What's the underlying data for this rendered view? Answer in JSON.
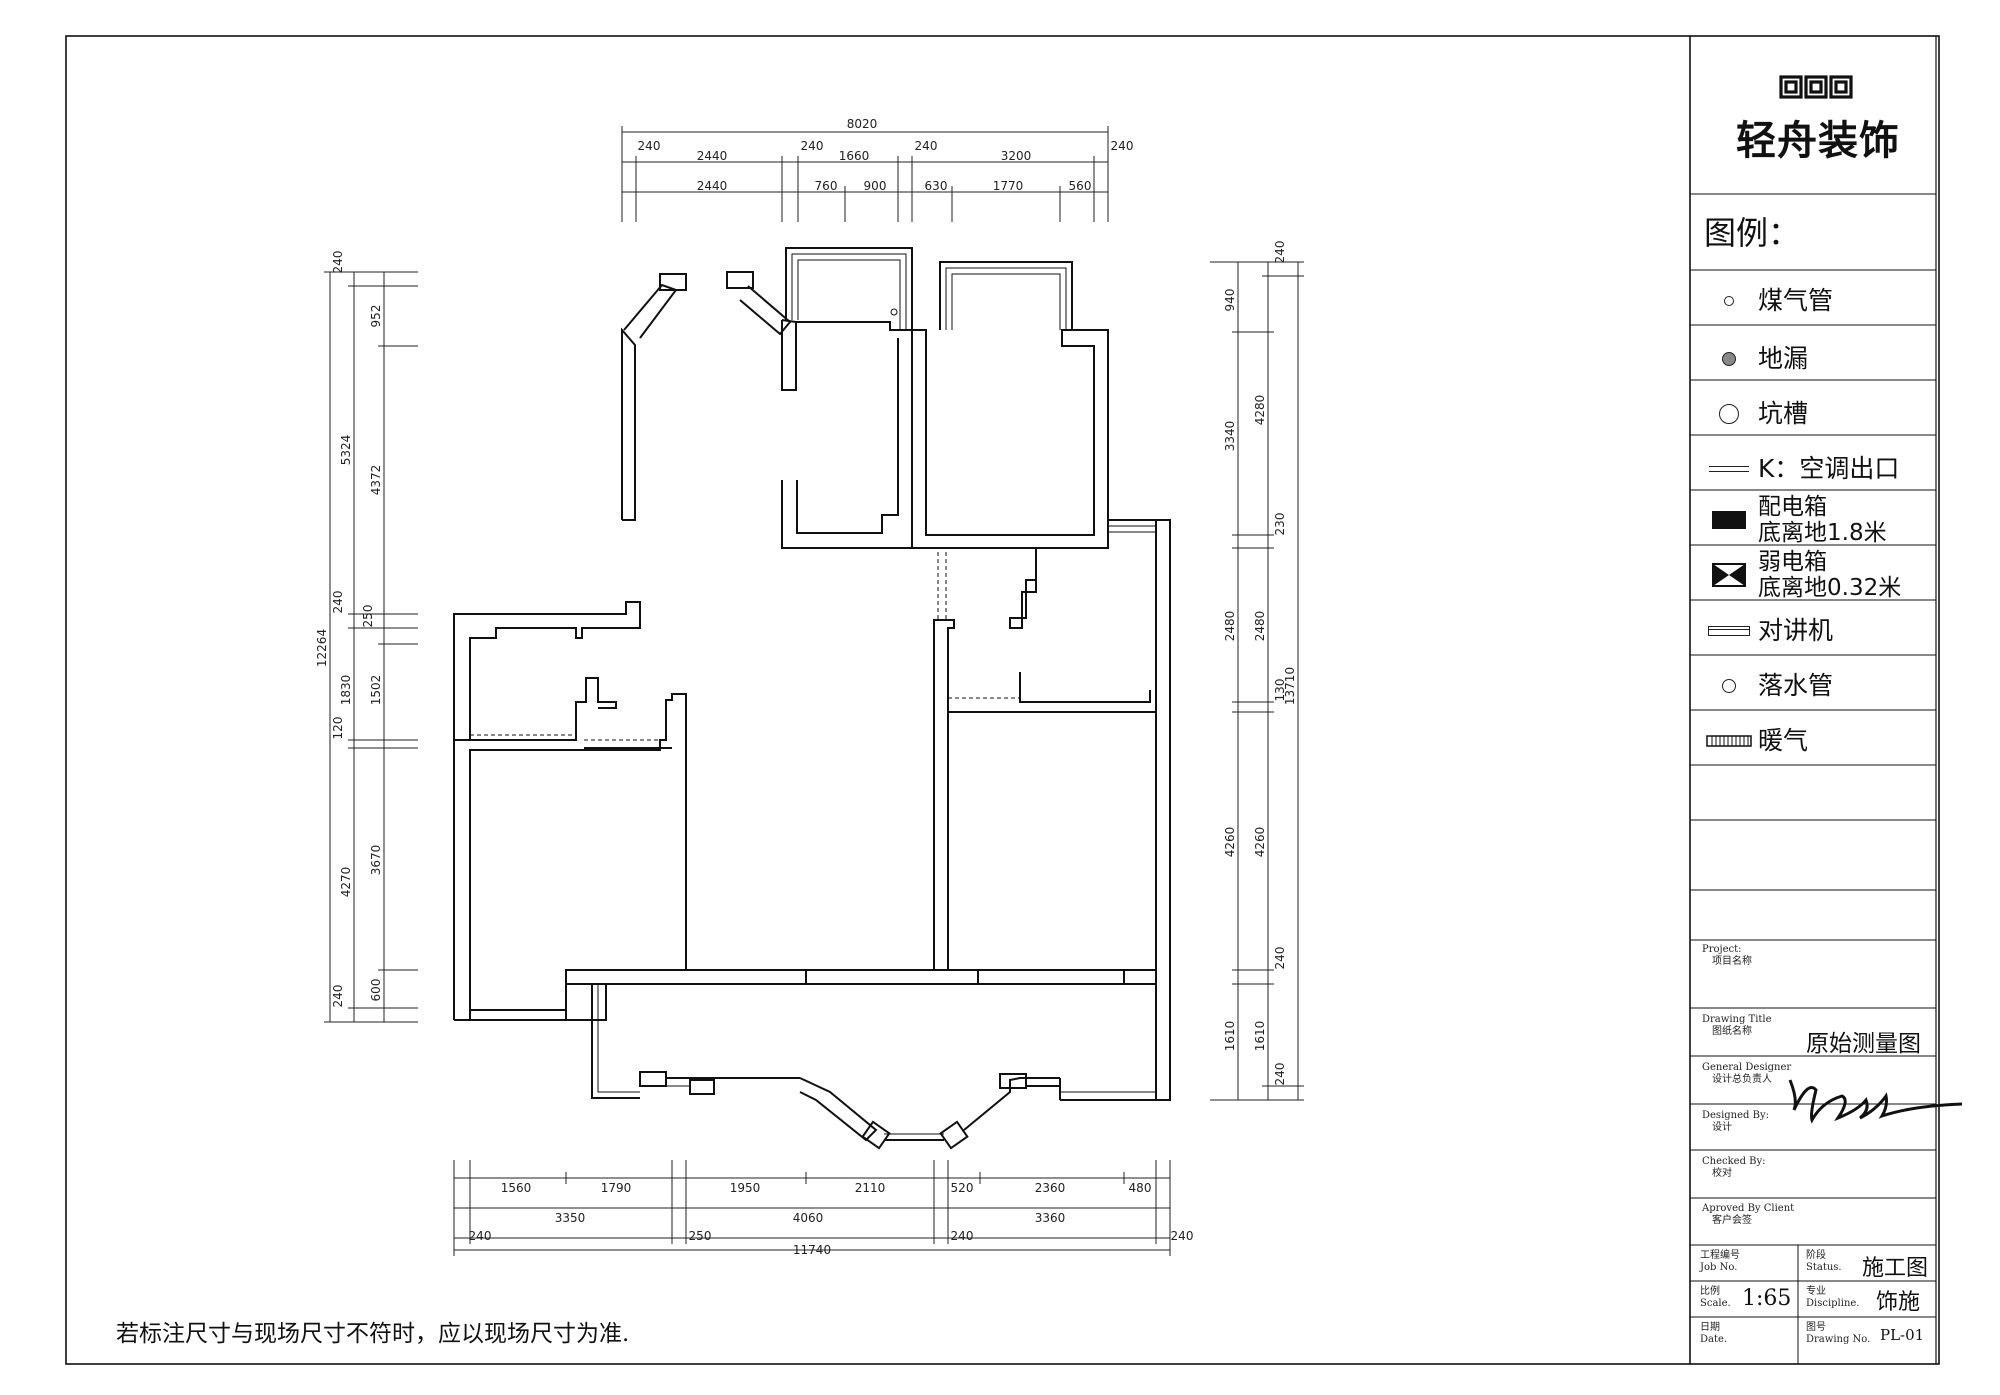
{
  "logo": {
    "text": "轻舟装饰"
  },
  "legend": {
    "title": "图例：",
    "items": [
      {
        "icon": "gas-pipe-icon",
        "label": "煤气管"
      },
      {
        "icon": "floor-drain-icon",
        "label": "地漏"
      },
      {
        "icon": "pit-icon",
        "label": "坑槽"
      },
      {
        "icon": "ac-outlet-icon",
        "label": "K：空调出口"
      },
      {
        "icon": "distribution-box-icon",
        "label": "配电箱",
        "label2": "底离地1.8米"
      },
      {
        "icon": "weak-box-icon",
        "label": "弱电箱",
        "label2": "底离地0.32米"
      },
      {
        "icon": "intercom-icon",
        "label": "对讲机"
      },
      {
        "icon": "downpipe-icon",
        "label": "落水管"
      },
      {
        "icon": "radiator-icon",
        "label": "暖气"
      }
    ]
  },
  "title_block": {
    "project_en": "Project:",
    "project_cn": "项目名称",
    "drawing_title_en": "Drawing Title",
    "drawing_title_cn": "图纸名称",
    "drawing_title_value": "原始测量图",
    "general_designer_en": "General Designer",
    "general_designer_cn": "设计总负责人",
    "designed_by_en": "Designed By:",
    "designed_by_cn": "设计",
    "checked_by_en": "Checked By:",
    "checked_by_cn": "校对",
    "approved_en": "Aproved By Client",
    "approved_cn": "客户会签",
    "job_no_cn": "工程编号",
    "job_no_en": "Job No.",
    "status_cn": "阶段",
    "status_en": "Status.",
    "status_value": "施工图",
    "scale_cn": "比例",
    "scale_en": "Scale.",
    "scale_value": "1:65",
    "discipline_cn": "专业",
    "discipline_en": "Discipline.",
    "discipline_value": "饰施",
    "date_cn": "日期",
    "date_en": "Date.",
    "drawing_no_cn": "图号",
    "drawing_no_en": "Drawing No.",
    "drawing_no_value": "PL-01"
  },
  "note": "若标注尺寸与现场尺寸不符时，应以现场尺寸为准.",
  "dimensions": {
    "top_total": "8020",
    "top_row1": [
      "240",
      "2440",
      "240",
      "1660",
      "240",
      "3200",
      "240"
    ],
    "top_row2": [
      "2440",
      "760",
      "900",
      "630",
      "1770",
      "560"
    ],
    "bottom_row1": [
      "1560",
      "1790",
      "1950",
      "2110",
      "520",
      "2360",
      "480"
    ],
    "bottom_row2": [
      "3350",
      "4060",
      "3360"
    ],
    "bottom_row3": [
      "240",
      "250",
      "240",
      "240"
    ],
    "bottom_total": "11740",
    "left_total": "12264",
    "left_outer": [
      "240",
      "5324",
      "240",
      "1830",
      "120",
      "4270",
      "240"
    ],
    "left_inner": [
      "952",
      "4372",
      "250",
      "1502",
      "3670",
      "600"
    ],
    "right_total": "13710",
    "right_outer": [
      "940",
      "3340",
      "2480",
      "4260",
      "1610"
    ],
    "right_inner": [
      "240",
      "4280",
      "230",
      "2480",
      "130",
      "4260",
      "240",
      "1610",
      "240"
    ]
  }
}
